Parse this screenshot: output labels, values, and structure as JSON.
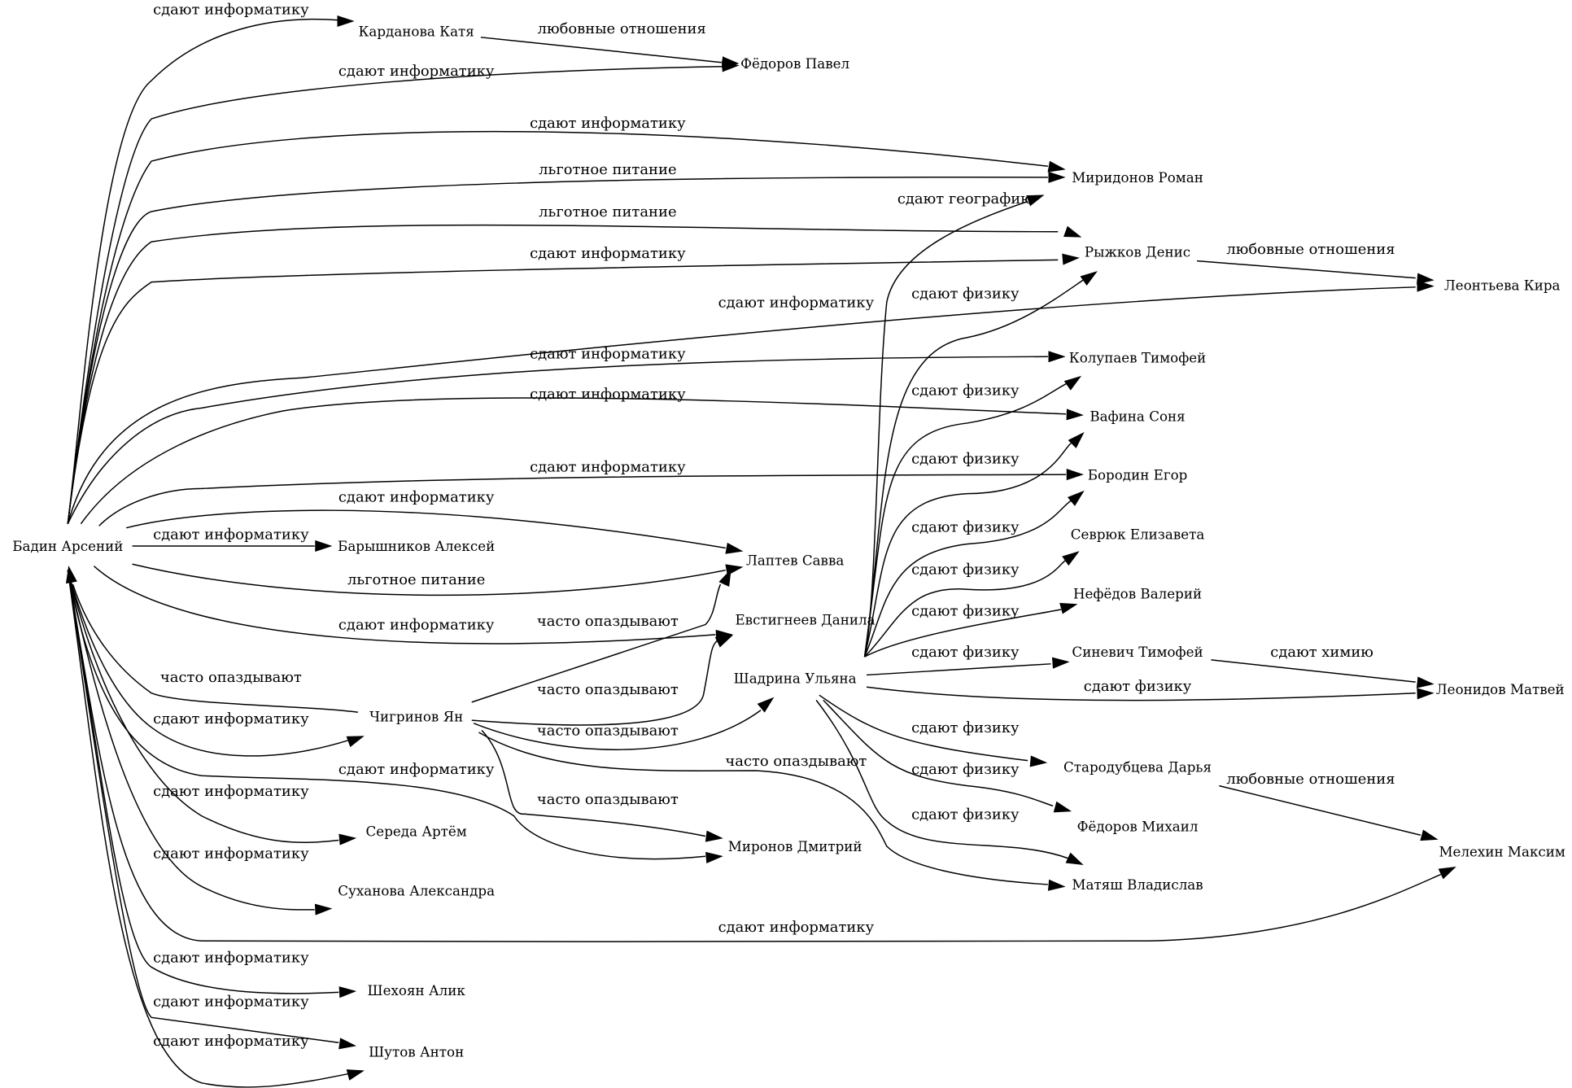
{
  "graph": {
    "type": "directed",
    "nodes": [
      {
        "id": "badin",
        "label": "Бадин Арсений"
      },
      {
        "id": "kardanova",
        "label": "Карданова Катя"
      },
      {
        "id": "fedorov_p",
        "label": "Фёдоров Павел"
      },
      {
        "id": "miridonov",
        "label": "Миридонов Роман"
      },
      {
        "id": "ryzhkov",
        "label": "Рыжков Денис"
      },
      {
        "id": "leontieva",
        "label": "Леонтьева Кира"
      },
      {
        "id": "kolupaev",
        "label": "Колупаев Тимофей"
      },
      {
        "id": "vafina",
        "label": "Вафина Соня"
      },
      {
        "id": "borodin",
        "label": "Бородин Егор"
      },
      {
        "id": "sevryuk",
        "label": "Севрюк Елизавета"
      },
      {
        "id": "barysh",
        "label": "Барышников Алексей"
      },
      {
        "id": "laptev",
        "label": "Лаптев Савва"
      },
      {
        "id": "nefedov",
        "label": "Нефёдов Валерий"
      },
      {
        "id": "evstigneev",
        "label": "Евстигнеев Данила"
      },
      {
        "id": "sinevich",
        "label": "Синевич Тимофей"
      },
      {
        "id": "shadrina",
        "label": "Шадрина Ульяна"
      },
      {
        "id": "leonidov",
        "label": "Леонидов Матвей"
      },
      {
        "id": "chigrinov",
        "label": "Чигринов Ян"
      },
      {
        "id": "starodub",
        "label": "Стародубцева Дарья"
      },
      {
        "id": "fedorov_m",
        "label": "Фёдоров Михаил"
      },
      {
        "id": "sereda",
        "label": "Середа Артём"
      },
      {
        "id": "mironov",
        "label": "Миронов Дмитрий"
      },
      {
        "id": "melekhin",
        "label": "Мелехин Максим"
      },
      {
        "id": "matyash",
        "label": "Матяш Владислав"
      },
      {
        "id": "sukhanova",
        "label": "Суханова Александра"
      },
      {
        "id": "shekhoyan",
        "label": "Шехоян Алик"
      },
      {
        "id": "shutov",
        "label": "Шутов Антон"
      }
    ],
    "edges": [
      {
        "from": "badin",
        "to": "kardanova",
        "label": "сдают информатику"
      },
      {
        "from": "kardanova",
        "to": "fedorov_p",
        "label": "любовные отношения"
      },
      {
        "from": "badin",
        "to": "fedorov_p",
        "label": "сдают информатику"
      },
      {
        "from": "badin",
        "to": "miridonov",
        "label": "сдают информатику"
      },
      {
        "from": "badin",
        "to": "miridonov",
        "label": "льготное питание"
      },
      {
        "from": "badin",
        "to": "ryzhkov",
        "label": "льготное питание"
      },
      {
        "from": "badin",
        "to": "ryzhkov",
        "label": "сдают информатику"
      },
      {
        "from": "ryzhkov",
        "to": "leontieva",
        "label": "любовные отношения"
      },
      {
        "from": "badin",
        "to": "leontieva",
        "label": "сдают информатику"
      },
      {
        "from": "badin",
        "to": "kolupaev",
        "label": "сдают информатику"
      },
      {
        "from": "badin",
        "to": "vafina",
        "label": "сдают информатику"
      },
      {
        "from": "badin",
        "to": "borodin",
        "label": "сдают информатику"
      },
      {
        "from": "badin",
        "to": "laptev",
        "label": "сдают информатику"
      },
      {
        "from": "badin",
        "to": "barysh",
        "label": "сдают информатику"
      },
      {
        "from": "badin",
        "to": "laptev",
        "label": "льготное питание"
      },
      {
        "from": "badin",
        "to": "evstigneev",
        "label": "сдают информатику"
      },
      {
        "from": "chigrinov",
        "to": "badin",
        "label": "часто опаздывают"
      },
      {
        "from": "badin",
        "to": "chigrinov",
        "label": "сдают информатику"
      },
      {
        "from": "badin",
        "to": "mironov",
        "label": "сдают информатику"
      },
      {
        "from": "badin",
        "to": "sereda",
        "label": "сдают информатику"
      },
      {
        "from": "badin",
        "to": "sukhanova",
        "label": "сдают информатику"
      },
      {
        "from": "badin",
        "to": "melekhin",
        "label": "сдают информатику"
      },
      {
        "from": "badin",
        "to": "shekhoyan",
        "label": "сдают информатику"
      },
      {
        "from": "badin",
        "to": "shutov",
        "label": "сдают информатику"
      },
      {
        "from": "badin",
        "to": "shutov",
        "label": "сдают информатику"
      },
      {
        "from": "chigrinov",
        "to": "laptev",
        "label": "часто опаздывают"
      },
      {
        "from": "chigrinov",
        "to": "evstigneev",
        "label": "часто опаздывают"
      },
      {
        "from": "chigrinov",
        "to": "shadrina",
        "label": "часто опаздывают"
      },
      {
        "from": "chigrinov",
        "to": "matyash",
        "label": "часто опаздывают"
      },
      {
        "from": "chigrinov",
        "to": "mironov",
        "label": "часто опаздывают"
      },
      {
        "from": "shadrina",
        "to": "miridonov",
        "label": "сдают географию"
      },
      {
        "from": "shadrina",
        "to": "ryzhkov",
        "label": "сдают физику"
      },
      {
        "from": "shadrina",
        "to": "kolupaev",
        "label": "сдают физику"
      },
      {
        "from": "shadrina",
        "to": "vafina",
        "label": "сдают физику"
      },
      {
        "from": "shadrina",
        "to": "borodin",
        "label": "сдают физику"
      },
      {
        "from": "shadrina",
        "to": "sevryuk",
        "label": "сдают физику"
      },
      {
        "from": "shadrina",
        "to": "nefedov",
        "label": "сдают физику"
      },
      {
        "from": "shadrina",
        "to": "sinevich",
        "label": "сдают физику"
      },
      {
        "from": "shadrina",
        "to": "leonidov",
        "label": "сдают физику"
      },
      {
        "from": "sinevich",
        "to": "leonidov",
        "label": "сдают химию"
      },
      {
        "from": "shadrina",
        "to": "starodub",
        "label": "сдают физику"
      },
      {
        "from": "shadrina",
        "to": "fedorov_m",
        "label": "сдают физику"
      },
      {
        "from": "shadrina",
        "to": "matyash",
        "label": "сдают физику"
      },
      {
        "from": "starodub",
        "to": "melekhin",
        "label": "любовные отношения"
      }
    ]
  }
}
